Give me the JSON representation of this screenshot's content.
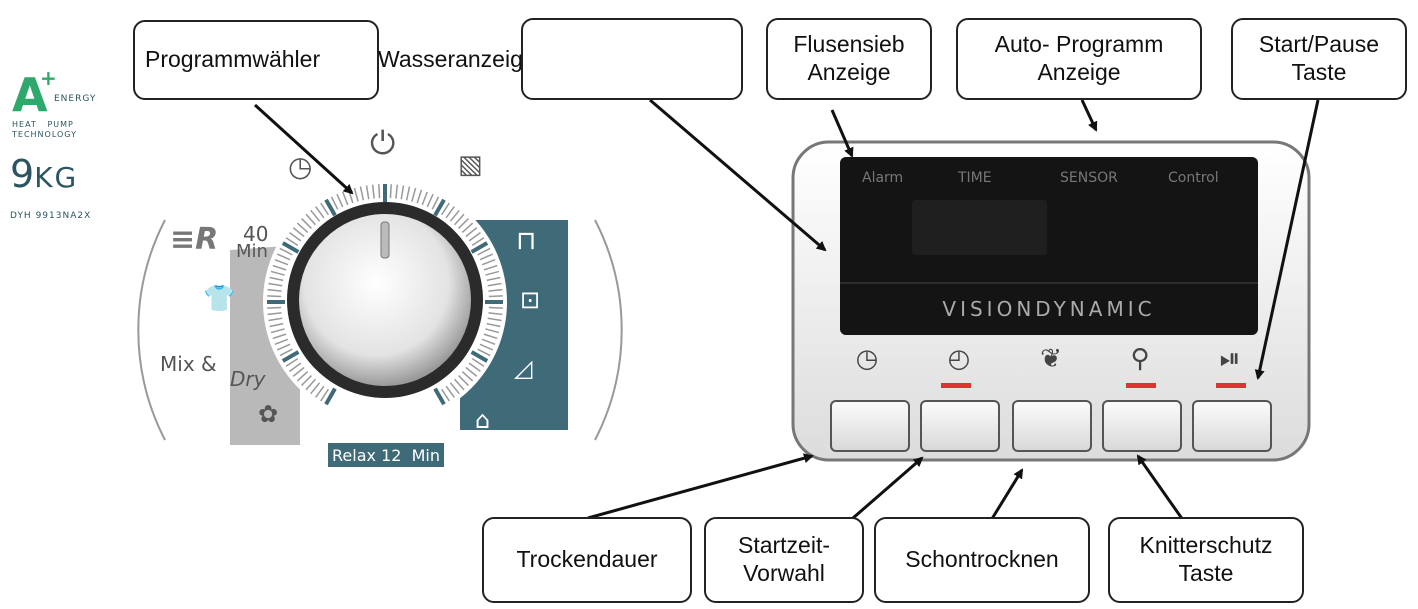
{
  "callouts": {
    "programmwaehler": "Programmwähler",
    "wasseranzeige": "Wasseranzeige",
    "flusensieb": [
      "Flusensieb",
      "Anzeige"
    ],
    "auto_programm": [
      "Auto- Programm",
      "Anzeige"
    ],
    "start_pause": [
      "Start/Pause",
      "Taste"
    ],
    "trockendauer": "Trockendauer",
    "startzeit": [
      "Startzeit-",
      "Vorwahl"
    ],
    "schontrocknen": "Schontrocknen",
    "knitterschutz": [
      "Knitterschutz",
      "Taste"
    ]
  },
  "brand": {
    "energy_letter": "A",
    "energy_plus": "+",
    "energy_word": "ENERGY",
    "heat_pump_1": "HEAT   PUMP",
    "heat_pump_2": "TECHNOLOGY",
    "capacity_num": "9",
    "capacity_unit": "KG",
    "model": "DYH 9913NA2X"
  },
  "dial": {
    "label_40": "40",
    "label_min": "Min",
    "label_mix": "Mix &",
    "label_dry": "Dry",
    "relax": "Relax 12  Min",
    "r_symbol": "R"
  },
  "display": {
    "alarm": "Alarm",
    "time": "TIME",
    "sensor": "SENSOR",
    "control": "Control",
    "brand": "VISIONDYNAMIC"
  },
  "colors": {
    "teal": "#3f6a78",
    "grey_band": "#b9b9b9",
    "led_red": "#d33333",
    "energy_green": "#2fa86c",
    "display_black": "#141414"
  }
}
